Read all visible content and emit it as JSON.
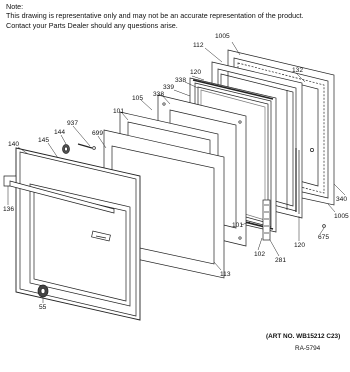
{
  "note": {
    "heading": "Note:",
    "line1": "This drawing is representative only and may not be an accurate representation of the product.",
    "line2": "Contact your Parts Dealer should any questions arise."
  },
  "callouts": {
    "c1005_top": "1005",
    "c112": "112",
    "c132": "132",
    "c120_top": "120",
    "c338_a": "338",
    "c339": "339",
    "c338_b": "338",
    "c105": "105",
    "c101_left": "101",
    "c699": "699",
    "c937": "937",
    "c144": "144",
    "c145": "145",
    "c140": "140",
    "c136": "136",
    "c55": "55",
    "c113": "113",
    "c102": "102",
    "c101_right": "101",
    "c281": "281",
    "c120_bottom": "120",
    "c675": "675",
    "c1005_right": "1005",
    "c340": "340"
  },
  "footer": {
    "art_no": "(ART NO. WB15212 C23)",
    "ra": "RA-5794"
  }
}
